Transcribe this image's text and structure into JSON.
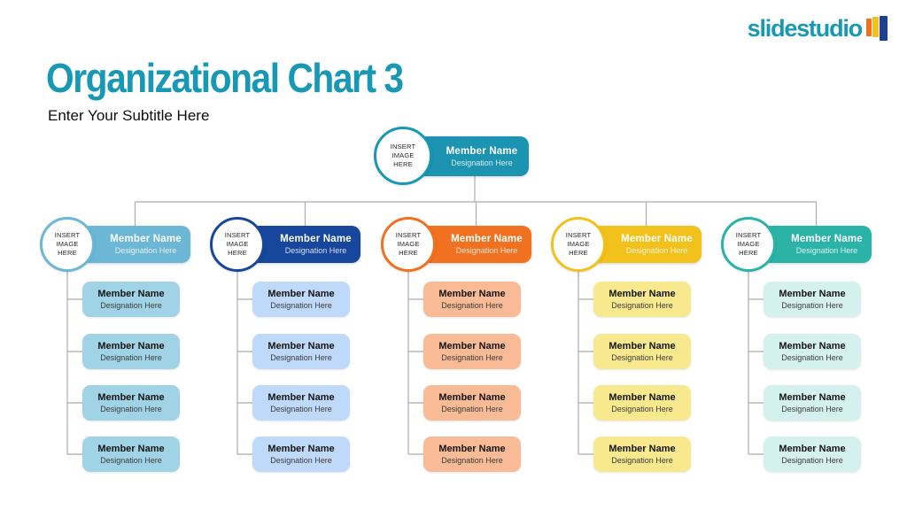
{
  "slide": {
    "logo_text": "slidestudio",
    "title": "Organizational Chart 3",
    "subtitle": "Enter Your Subtitle Here"
  },
  "colors": {
    "accent_teal": "#1798B5",
    "connector_gray": "#ACACAC",
    "root_main": "#1B93B1",
    "branch_1": {
      "main": "#6CB7D6",
      "light": "#A0D3E5"
    },
    "branch_2": {
      "main": "#17479D",
      "light": "#BED9F9"
    },
    "branch_3": {
      "main": "#F0711F",
      "light": "#F8BB95"
    },
    "branch_4": {
      "main": "#F3C11B",
      "light": "#F8E88E"
    },
    "branch_5": {
      "main": "#2BB3A8",
      "light": "#D5F1ED"
    },
    "logo_bars": [
      "#F0711F",
      "#F3C11B",
      "#1F3F8F"
    ]
  },
  "root": {
    "image_placeholder": "INSERT IMAGE HERE",
    "name": "Member Name",
    "designation": "Designation Here"
  },
  "branches": [
    {
      "image_placeholder": "INSERT IMAGE HERE",
      "name": "Member Name",
      "designation": "Designation Here",
      "children": [
        {
          "name": "Member Name",
          "designation": "Designation Here"
        },
        {
          "name": "Member Name",
          "designation": "Designation Here"
        },
        {
          "name": "Member Name",
          "designation": "Designation Here"
        },
        {
          "name": "Member Name",
          "designation": "Designation Here"
        }
      ]
    },
    {
      "image_placeholder": "INSERT IMAGE HERE",
      "name": "Member Name",
      "designation": "Designation Here",
      "children": [
        {
          "name": "Member Name",
          "designation": "Designation Here"
        },
        {
          "name": "Member Name",
          "designation": "Designation Here"
        },
        {
          "name": "Member Name",
          "designation": "Designation Here"
        },
        {
          "name": "Member Name",
          "designation": "Designation Here"
        }
      ]
    },
    {
      "image_placeholder": "INSERT IMAGE HERE",
      "name": "Member Name",
      "designation": "Designation Here",
      "children": [
        {
          "name": "Member Name",
          "designation": "Designation Here"
        },
        {
          "name": "Member Name",
          "designation": "Designation Here"
        },
        {
          "name": "Member Name",
          "designation": "Designation Here"
        },
        {
          "name": "Member Name",
          "designation": "Designation Here"
        }
      ]
    },
    {
      "image_placeholder": "INSERT IMAGE HERE",
      "name": "Member Name",
      "designation": "Designation Here",
      "children": [
        {
          "name": "Member Name",
          "designation": "Designation Here"
        },
        {
          "name": "Member Name",
          "designation": "Designation Here"
        },
        {
          "name": "Member Name",
          "designation": "Designation Here"
        },
        {
          "name": "Member Name",
          "designation": "Designation Here"
        }
      ]
    },
    {
      "image_placeholder": "INSERT IMAGE HERE",
      "name": "Member Name",
      "designation": "Designation Here",
      "children": [
        {
          "name": "Member Name",
          "designation": "Designation Here"
        },
        {
          "name": "Member Name",
          "designation": "Designation Here"
        },
        {
          "name": "Member Name",
          "designation": "Designation Here"
        },
        {
          "name": "Member Name",
          "designation": "Designation Here"
        }
      ]
    }
  ]
}
